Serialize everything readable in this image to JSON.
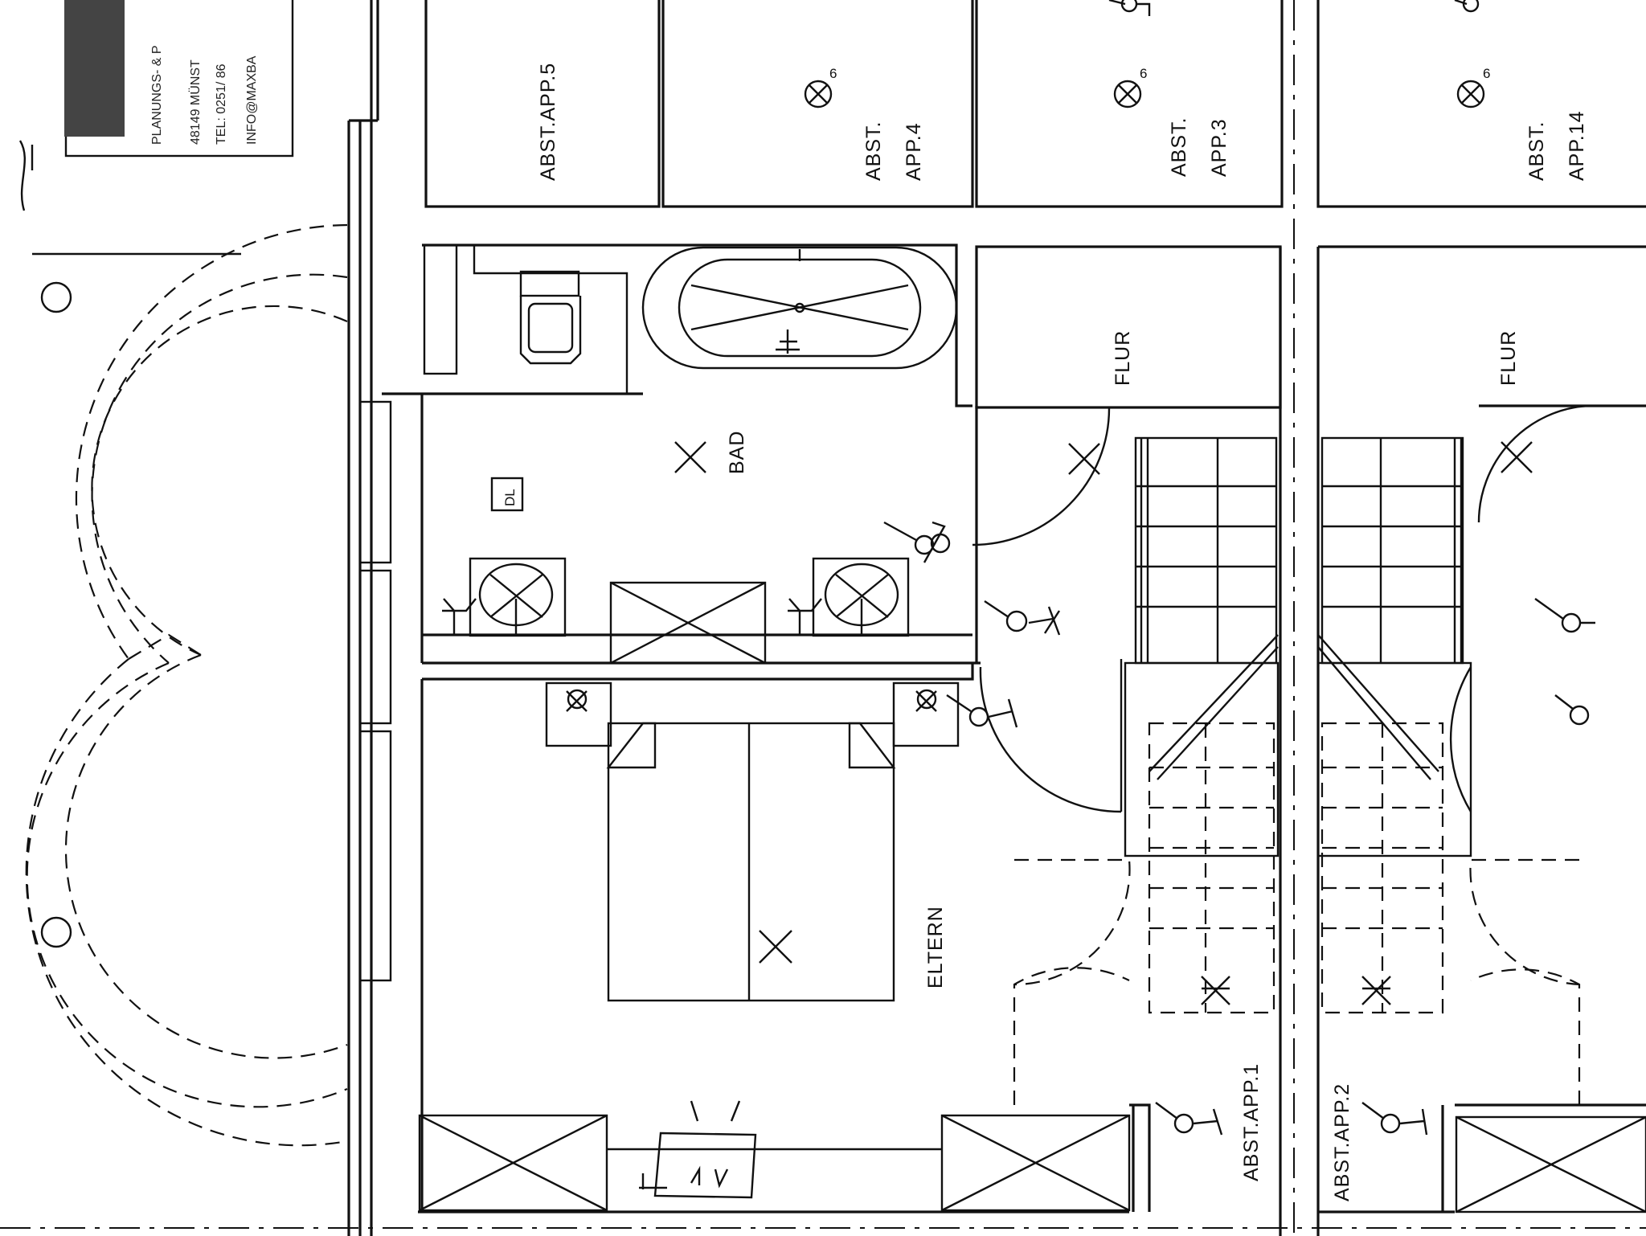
{
  "title_block": {
    "line1": "PLANUNGS- & P",
    "line2": "48149 MÜNST",
    "line3": "TEL: 0251/ 86",
    "line4": "INFO@MAXBA"
  },
  "rooms": {
    "abst_app5": "ABST.APP.5",
    "abst_app4_l1": "ABST.",
    "abst_app4_l2": "APP.4",
    "abst_app3_l1": "ABST.",
    "abst_app3_l2": "APP.3",
    "abst_app14_l1": "ABST.",
    "abst_app14_l2": "APP.14",
    "bad": "BAD",
    "flur_left": "FLUR",
    "flur_right": "FLUR",
    "eltern": "ELTERN",
    "abst_app1": "ABST.APP.1",
    "abst_app2": "ABST.APP.2"
  },
  "symbols": {
    "lamp_index": "6",
    "dl_box": "DL"
  }
}
